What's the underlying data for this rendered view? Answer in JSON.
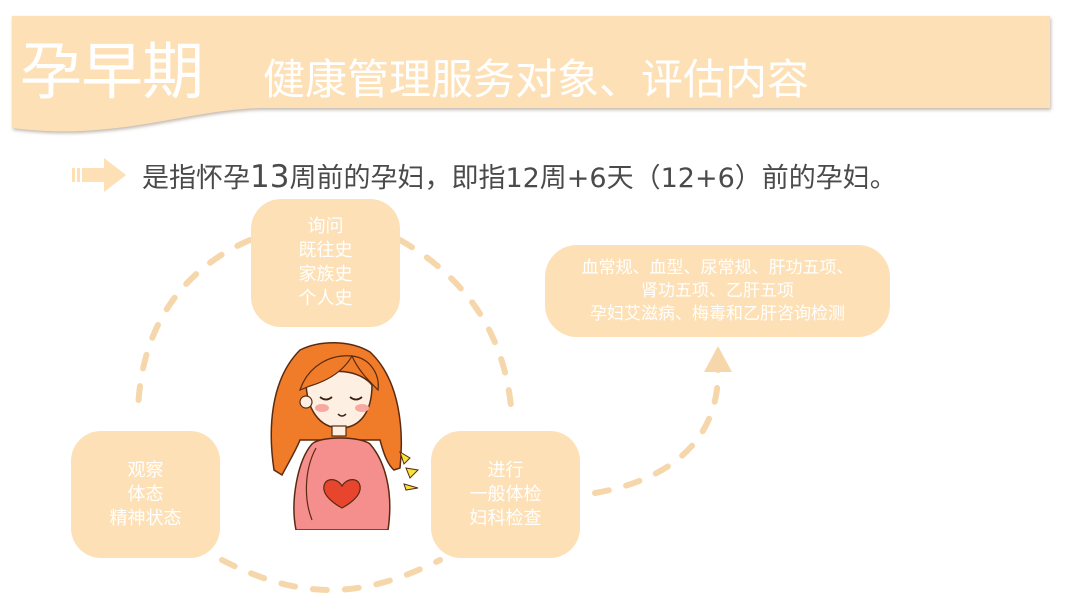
{
  "header": {
    "title": "孕早期",
    "subtitle": "健康管理服务对象、评估内容",
    "banner_color": "#fde0b6"
  },
  "intro": {
    "icon": "arrow-right-icon",
    "text_part1": "是指怀孕",
    "text_big": "13",
    "text_part2": "周前的孕妇，即指12周+6天（12+6）前的孕妇。"
  },
  "cycle": {
    "nodes": [
      {
        "id": "inquiry",
        "lines": [
          "询问",
          "既往史",
          "家族史",
          "个人史"
        ]
      },
      {
        "id": "observe",
        "lines": [
          "观察",
          "体态",
          "精神状态"
        ]
      },
      {
        "id": "exam",
        "lines": [
          "进行",
          "一般体检",
          "妇科检查"
        ]
      }
    ],
    "result": {
      "lines": [
        "血常规、血型、尿常规、肝功五项、",
        "肾功五项、乙肝五项",
        "孕妇艾滋病、梅毒和乙肝咨询检测"
      ]
    },
    "center_illustration": "pregnant-woman-illustration",
    "connector_color": "#f6d7ac"
  }
}
